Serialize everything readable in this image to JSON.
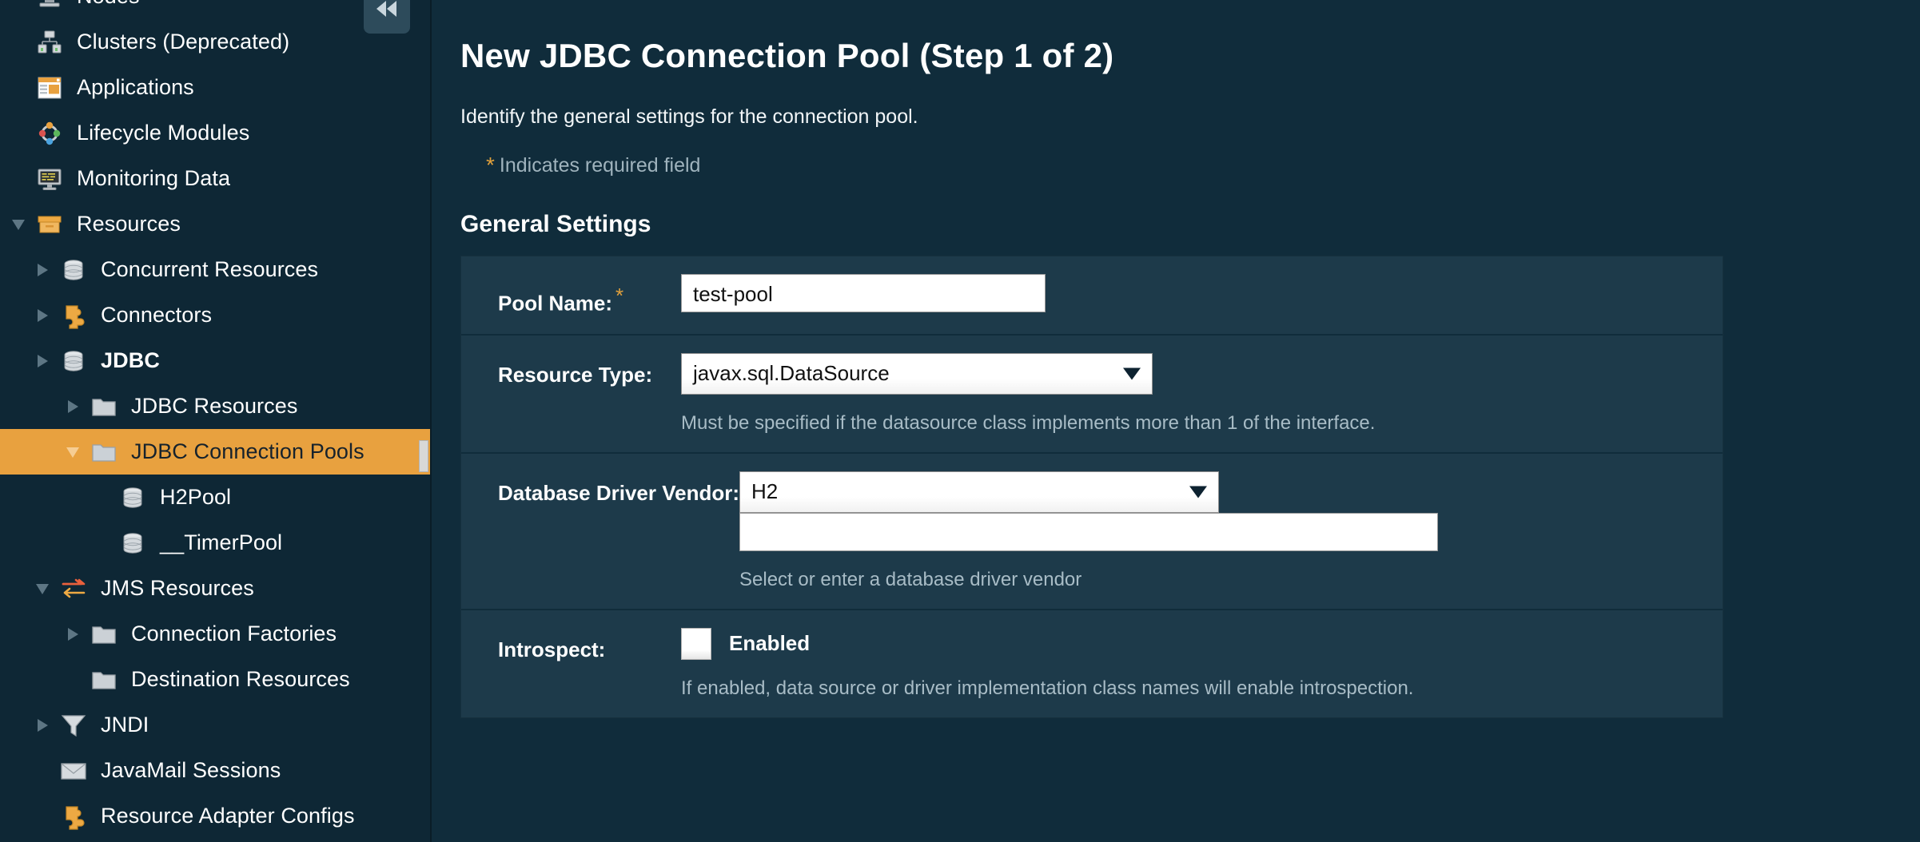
{
  "sidebar": {
    "collapse_button": {
      "icon": "double-chevron-left-icon"
    },
    "items": [
      {
        "label": "Nodes",
        "icon": "node-icon",
        "twisty": "none",
        "indent": 0,
        "bold": false,
        "selected": false,
        "clipped_top": true
      },
      {
        "label": "Clusters (Deprecated)",
        "icon": "cluster-icon",
        "twisty": "none",
        "indent": 0,
        "bold": false,
        "selected": false
      },
      {
        "label": "Applications",
        "icon": "application-icon",
        "twisty": "none",
        "indent": 0,
        "bold": false,
        "selected": false
      },
      {
        "label": "Lifecycle Modules",
        "icon": "lifecycle-icon",
        "twisty": "none",
        "indent": 0,
        "bold": false,
        "selected": false
      },
      {
        "label": "Monitoring Data",
        "icon": "monitor-icon",
        "twisty": "none",
        "indent": 0,
        "bold": false,
        "selected": false
      },
      {
        "label": "Resources",
        "icon": "resources-box-icon",
        "twisty": "expanded",
        "indent": 0,
        "bold": false,
        "selected": false
      },
      {
        "label": "Concurrent Resources",
        "icon": "database-icon",
        "twisty": "collapsed",
        "indent": 1,
        "bold": false,
        "selected": false
      },
      {
        "label": "Connectors",
        "icon": "puzzle-icon",
        "twisty": "collapsed",
        "indent": 1,
        "bold": false,
        "selected": false
      },
      {
        "label": "JDBC",
        "icon": "database-icon",
        "twisty": "collapsed",
        "indent": 1,
        "bold": true,
        "selected": false
      },
      {
        "label": "JDBC Resources",
        "icon": "folder-icon",
        "twisty": "collapsed",
        "indent": 2,
        "bold": false,
        "selected": false
      },
      {
        "label": "JDBC Connection Pools",
        "icon": "folder-icon",
        "twisty": "expanded",
        "indent": 2,
        "bold": false,
        "selected": true
      },
      {
        "label": "H2Pool",
        "icon": "database-icon",
        "twisty": "none",
        "indent": 3,
        "bold": false,
        "selected": false
      },
      {
        "label": "__TimerPool",
        "icon": "database-icon",
        "twisty": "none",
        "indent": 3,
        "bold": false,
        "selected": false
      },
      {
        "label": "JMS Resources",
        "icon": "jms-arrows-icon",
        "twisty": "expanded",
        "indent": 1,
        "bold": false,
        "selected": false
      },
      {
        "label": "Connection Factories",
        "icon": "folder-icon",
        "twisty": "collapsed",
        "indent": 2,
        "bold": false,
        "selected": false
      },
      {
        "label": "Destination Resources",
        "icon": "folder-icon",
        "twisty": "none",
        "indent": 2,
        "bold": false,
        "selected": false
      },
      {
        "label": "JNDI",
        "icon": "funnel-icon",
        "twisty": "collapsed",
        "indent": 1,
        "bold": false,
        "selected": false
      },
      {
        "label": "JavaMail Sessions",
        "icon": "envelope-icon",
        "twisty": "none",
        "indent": 1,
        "bold": false,
        "selected": false
      },
      {
        "label": "Resource Adapter Configs",
        "icon": "puzzle-icon",
        "twisty": "none",
        "indent": 1,
        "bold": false,
        "selected": false
      }
    ]
  },
  "main": {
    "page_title": "New JDBC Connection Pool (Step 1 of 2)",
    "subtitle": "Identify the general settings for the connection pool.",
    "required_marker": "*",
    "required_note": "Indicates required field",
    "section_title": "General Settings",
    "rows": {
      "pool_name": {
        "label": "Pool Name:",
        "required": "*",
        "value": "test-pool"
      },
      "resource_type": {
        "label": "Resource Type:",
        "value": "javax.sql.DataSource",
        "hint": "Must be specified if the datasource class implements more than 1 of the interface."
      },
      "driver_vendor": {
        "label": "Database Driver Vendor:",
        "value": "H2",
        "text_value": "",
        "hint": "Select or enter a database driver vendor"
      },
      "introspect": {
        "label": "Introspect:",
        "checkbox_label": "Enabled",
        "checked": false,
        "hint": "If enabled, data source or driver implementation class names will enable introspection."
      }
    }
  },
  "colors": {
    "page_bg": "#102c3b",
    "sidebar_bg": "#0e2735",
    "panel_bg": "#1d3a4a",
    "accent_orange": "#e8a13f",
    "hint_text": "#a8bcc6"
  }
}
